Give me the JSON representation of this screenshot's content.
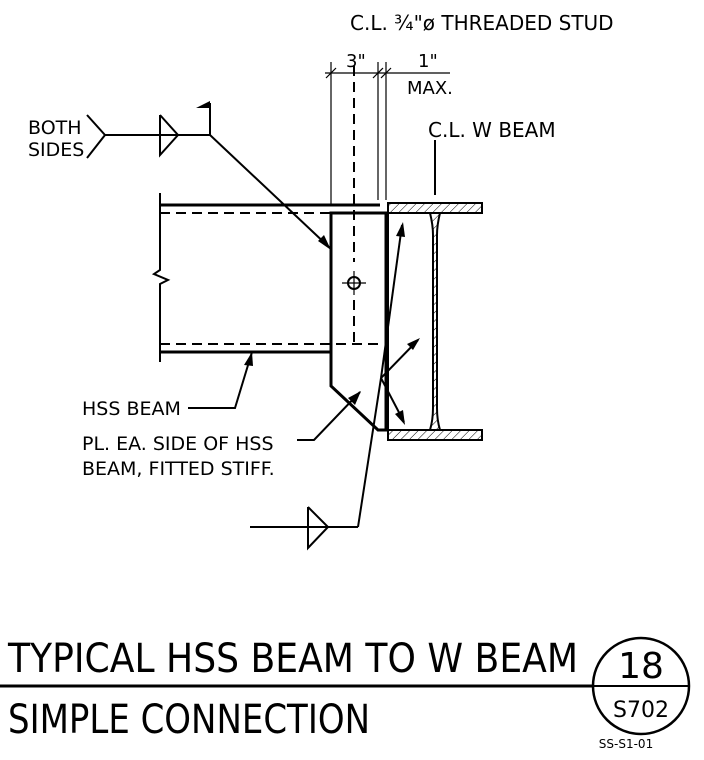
{
  "labels": {
    "stud": "C.L. ¾\"ø THREADED STUD",
    "dim_3": "3\"",
    "dim_1": "1\"",
    "dim_max": "MAX.",
    "cl_w_beam": "C.L. W BEAM",
    "both": "BOTH",
    "sides": "SIDES",
    "hss_beam": "HSS BEAM",
    "plate_line1": "PL. EA. SIDE OF HSS",
    "plate_line2": "BEAM, FITTED STIFF."
  },
  "title": {
    "line1": "TYPICAL HSS BEAM TO W BEAM",
    "line2": "SIMPLE CONNECTION"
  },
  "detail_marker": {
    "number": "18",
    "sheet": "S702"
  },
  "drawing_id": "SS-S1-01"
}
